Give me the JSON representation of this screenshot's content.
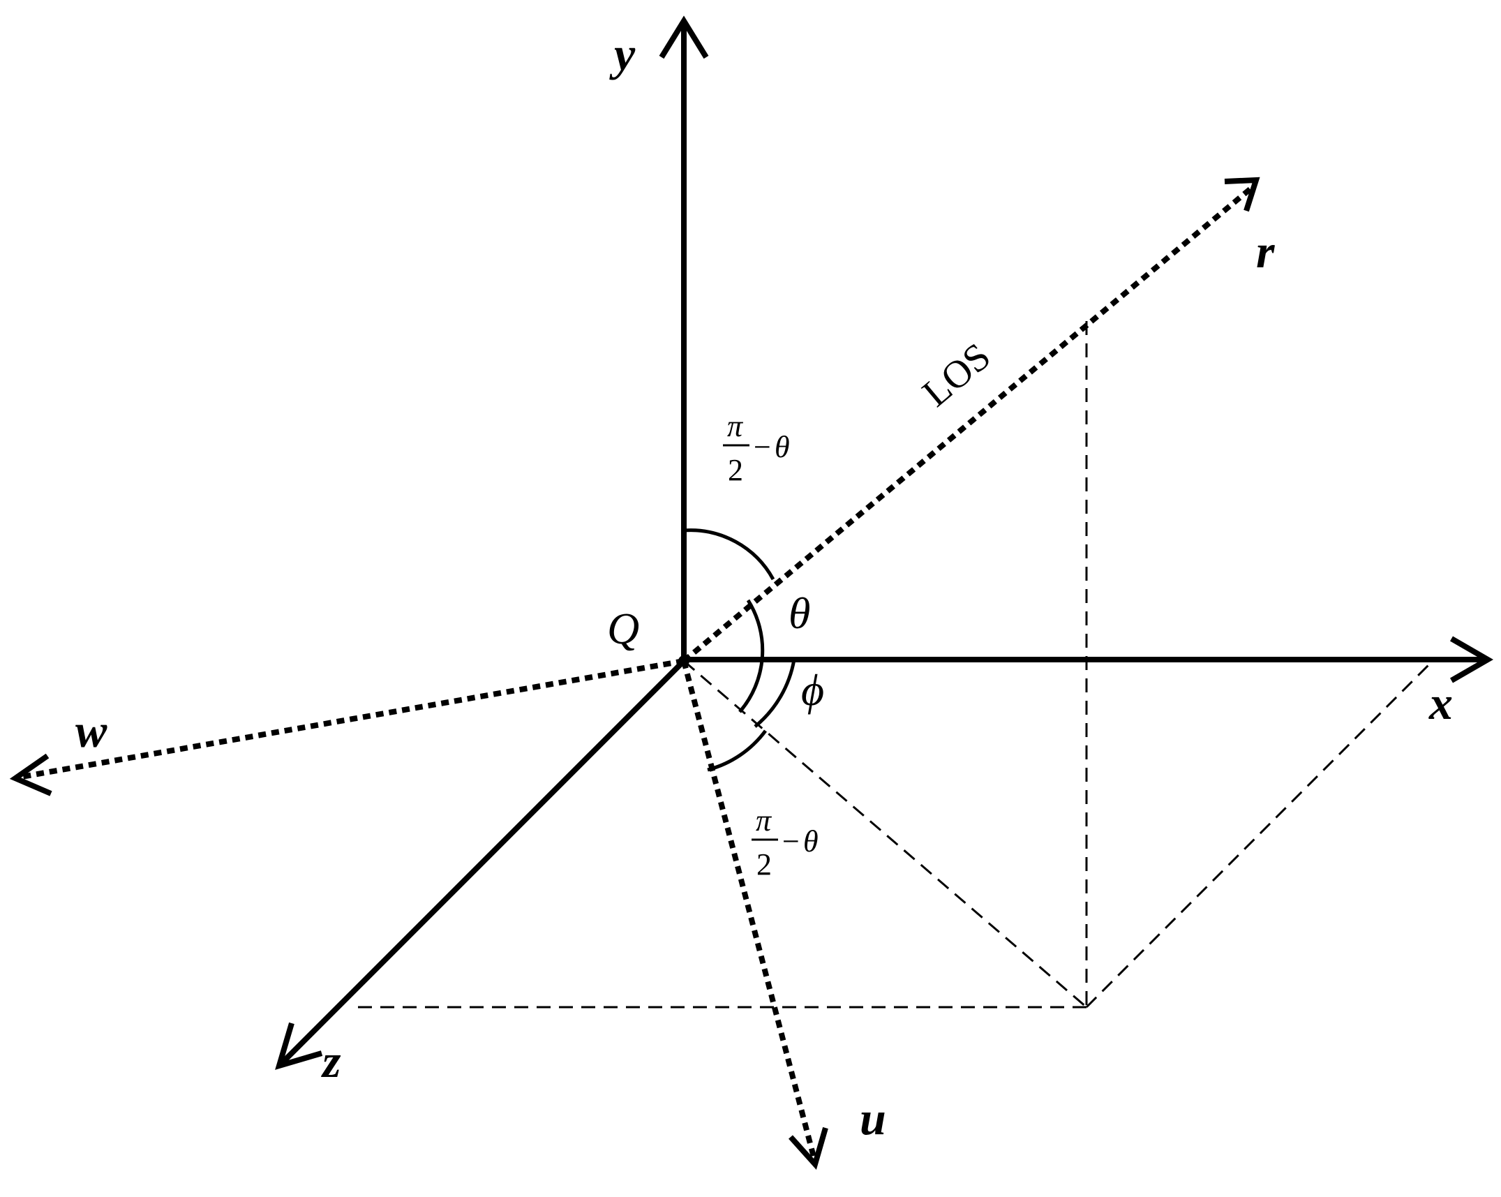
{
  "diagram": {
    "axes": {
      "x": "x",
      "y": "y",
      "z": "z",
      "r": "r",
      "u": "u",
      "w": "w"
    },
    "origin": "Q",
    "line_of_sight": "LOS",
    "angles": {
      "theta": "θ",
      "phi": "ϕ",
      "upper_complement": {
        "numerator": "π",
        "denominator": "2",
        "minus": "−",
        "symbol": "θ"
      },
      "lower_complement": {
        "numerator": "π",
        "denominator": "2",
        "minus": "−",
        "symbol": "θ"
      }
    },
    "colors": {
      "ink": "#000000",
      "background": "#ffffff"
    }
  }
}
